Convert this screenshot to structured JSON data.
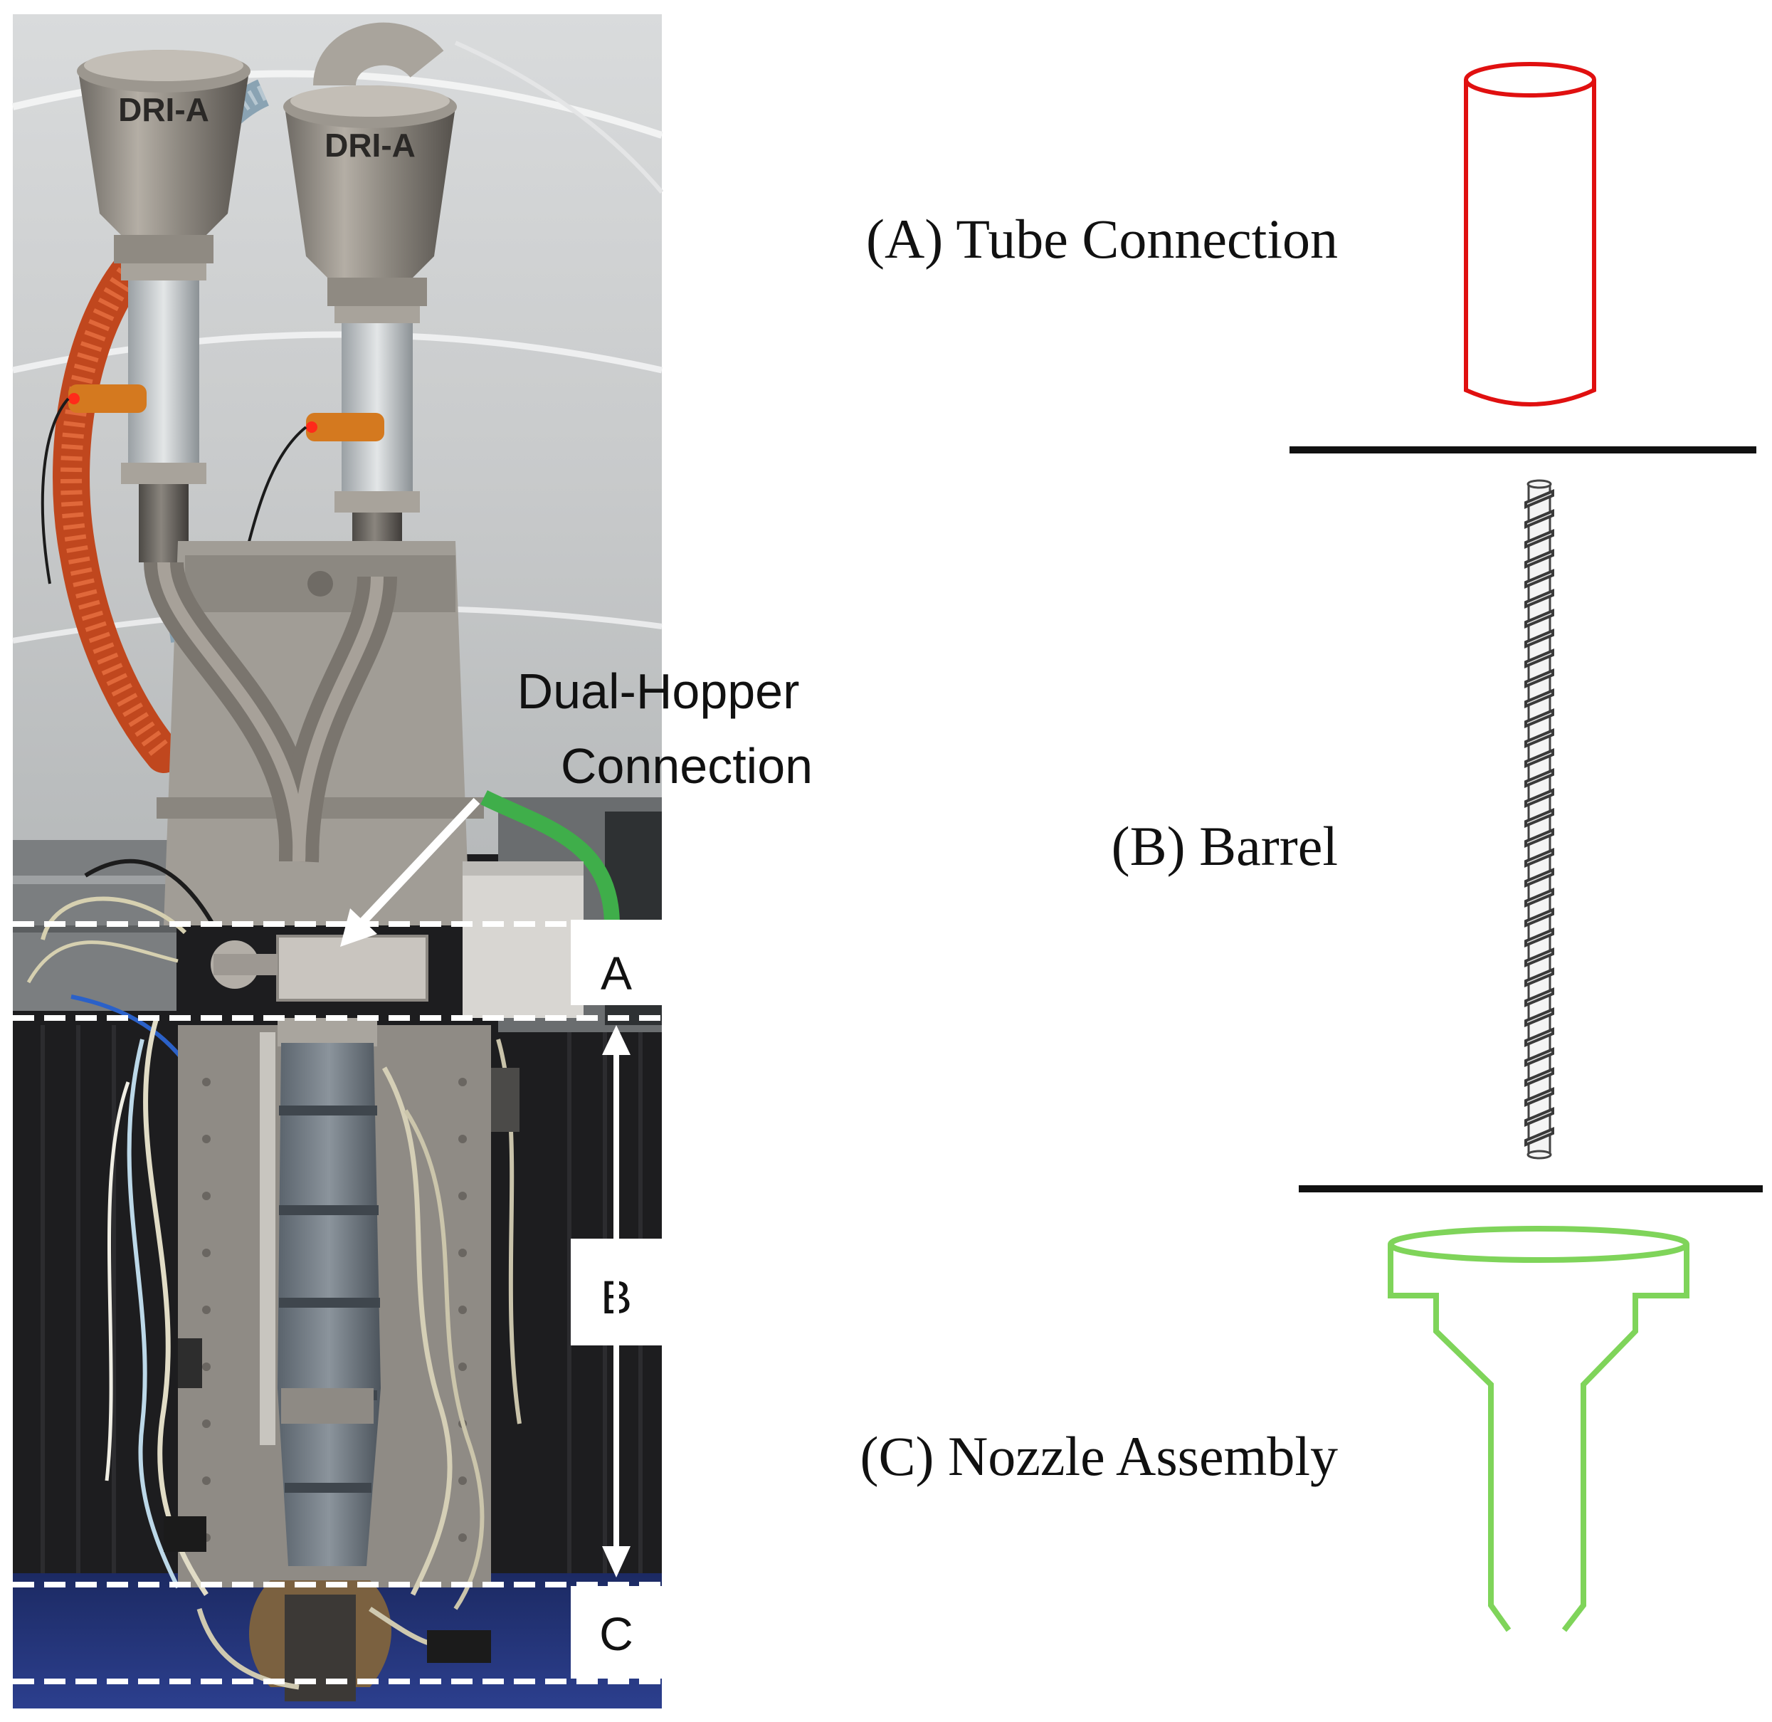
{
  "photo": {
    "callout_label_line1": "Dual-Hopper",
    "callout_label_line2": "Connection",
    "hopper_brand_left": "DRI-A",
    "hopper_brand_right": "DRI-A",
    "section_a_label": "A",
    "section_b_label": "B",
    "section_c_label": "C"
  },
  "parts": {
    "a_label": "(A) Tube Connection",
    "b_label": "(B) Barrel",
    "c_label": "(C) Nozzle Assembly"
  },
  "colors": {
    "tube_outline": "#e01010",
    "nozzle_outline": "#7fd45a",
    "divider": "#111111",
    "dashed_band": "#ffffff",
    "label_box": "#ffffff"
  }
}
